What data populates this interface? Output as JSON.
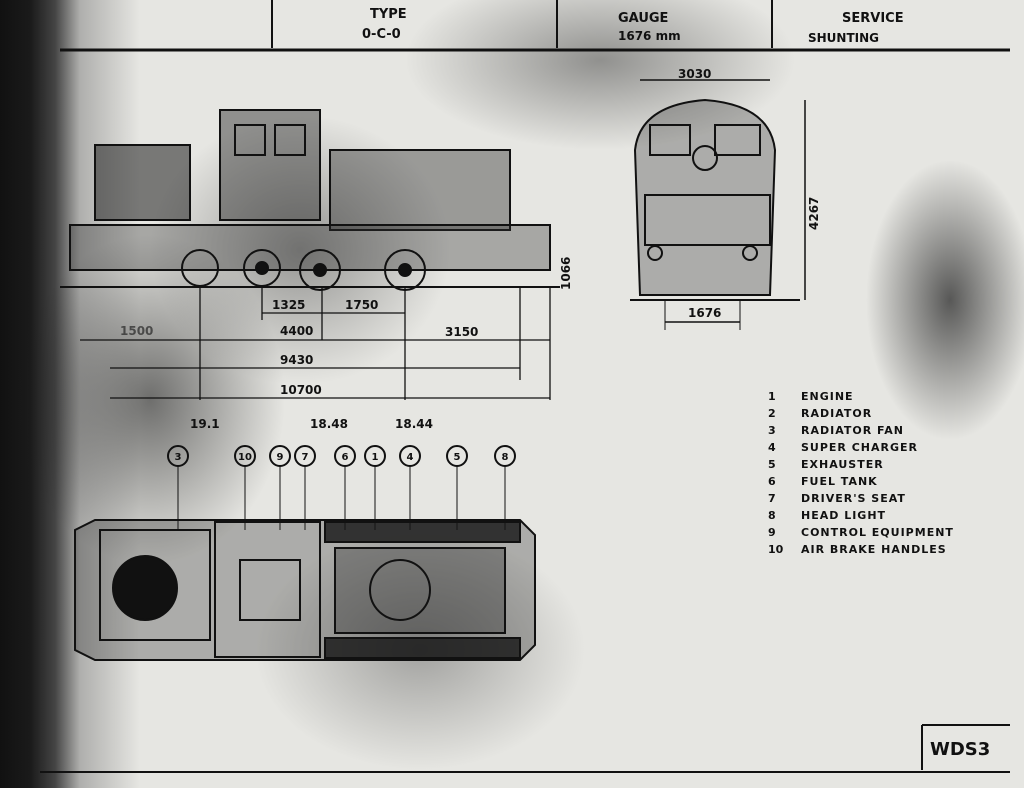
{
  "title_block": {
    "type_label": "TYPE",
    "type_value": "0-C-0",
    "gauge_label": "GAUGE",
    "gauge_value": "1676 mm",
    "service_label": "SERVICE",
    "service_value": "SHUNTING"
  },
  "dimensions": {
    "front_width": "3030",
    "front_height": "4267",
    "front_gauge": "1676",
    "buffer_height": "1066",
    "wheelbase_1": "1325",
    "wheelbase_2": "1750",
    "left_overhang": "1500",
    "length_4400": "4400",
    "length_3150": "3150",
    "length_9430": "9430",
    "length_10700": "10700",
    "weight_1": "19.1",
    "weight_2": "18.48",
    "weight_3": "18.44"
  },
  "callouts": [
    "3",
    "10",
    "9",
    "7",
    "6",
    "1",
    "4",
    "5",
    "8"
  ],
  "legend": [
    {
      "num": "1",
      "label": "ENGINE"
    },
    {
      "num": "2",
      "label": "RADIATOR"
    },
    {
      "num": "3",
      "label": "RADIATOR FAN"
    },
    {
      "num": "4",
      "label": "SUPER CHARGER"
    },
    {
      "num": "5",
      "label": "EXHAUSTER"
    },
    {
      "num": "6",
      "label": "FUEL TANK"
    },
    {
      "num": "7",
      "label": "DRIVER'S SEAT"
    },
    {
      "num": "8",
      "label": "HEAD LIGHT"
    },
    {
      "num": "9",
      "label": "CONTROL EQUIPMENT"
    },
    {
      "num": "10",
      "label": "AIR BRAKE HANDLES"
    }
  ],
  "drawing_id": "WDS3"
}
